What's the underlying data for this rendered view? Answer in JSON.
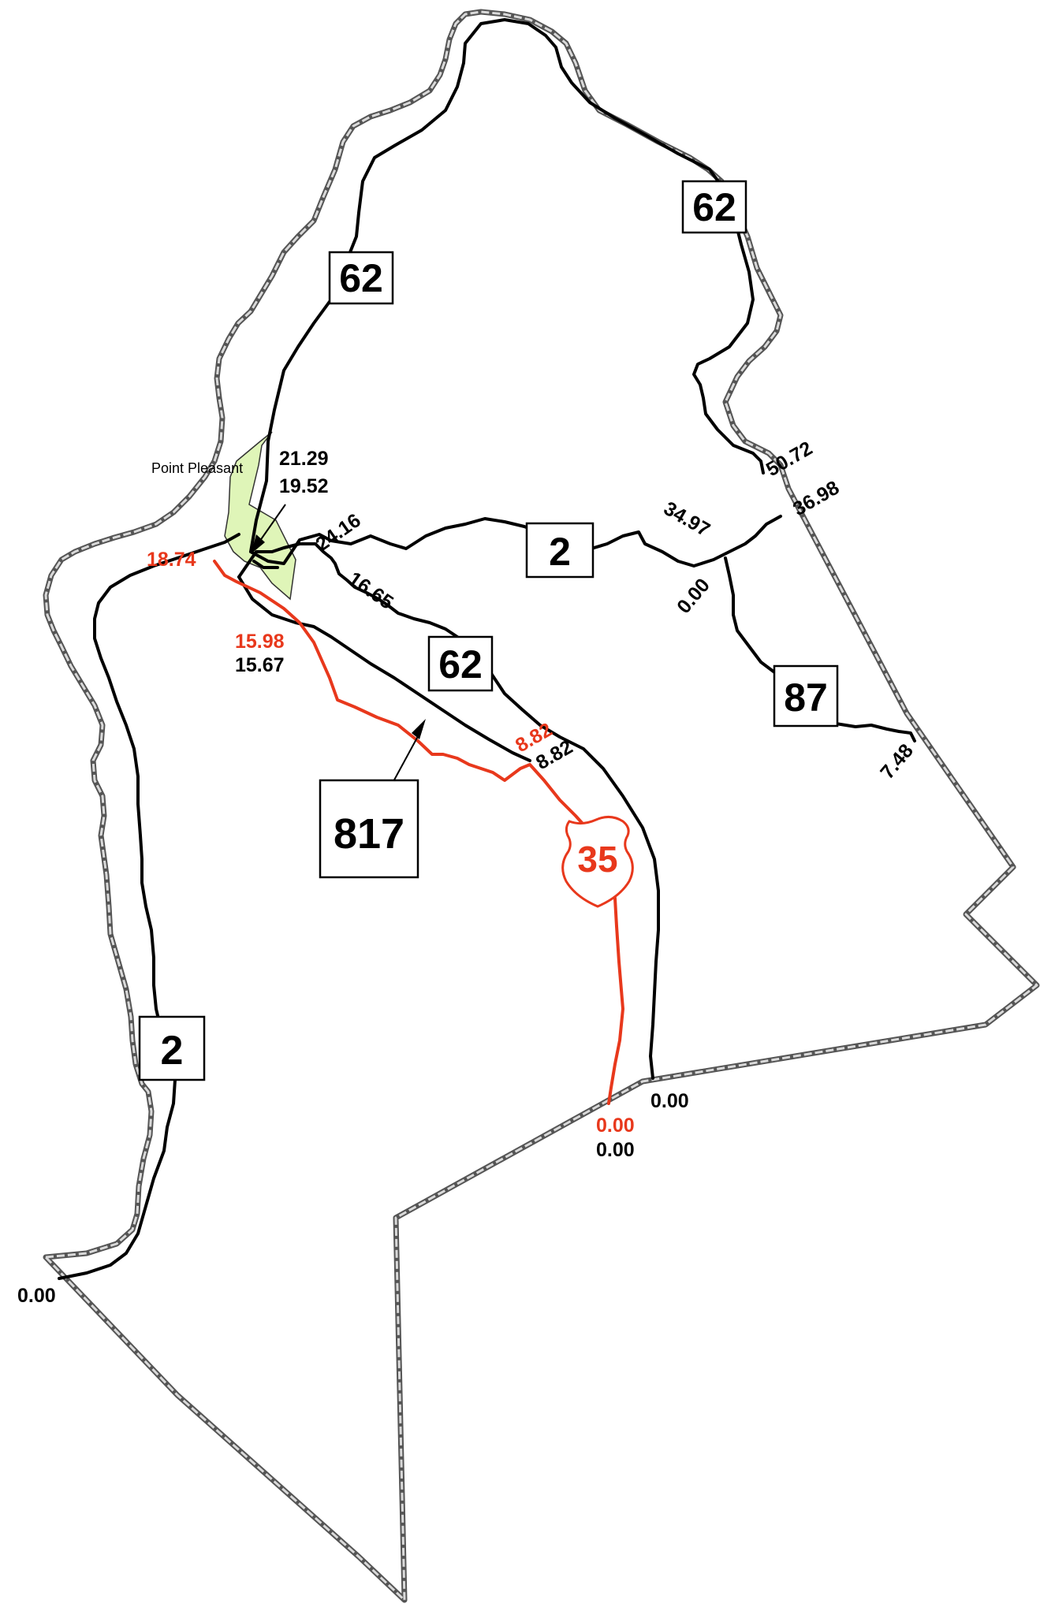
{
  "place_label": "Point Pleasant",
  "colors": {
    "road": "#000000",
    "us_route": "#e8381c",
    "town_fill": "#dff5b8",
    "boundary": "#555555"
  },
  "route_shields": [
    {
      "id": "r62-north-left",
      "number": "62",
      "style": "box"
    },
    {
      "id": "r62-north-right",
      "number": "62",
      "style": "box"
    },
    {
      "id": "r62-central",
      "number": "62",
      "style": "box"
    },
    {
      "id": "r2-central",
      "number": "2",
      "style": "box"
    },
    {
      "id": "r87",
      "number": "87",
      "style": "box"
    },
    {
      "id": "r817",
      "number": "817",
      "style": "box"
    },
    {
      "id": "r2-south",
      "number": "2",
      "style": "box"
    },
    {
      "id": "us35",
      "number": "35",
      "style": "us-shield"
    }
  ],
  "mileposts": {
    "mp_21_29": "21.29",
    "mp_19_52": "19.52",
    "mp_18_74": "18.74",
    "mp_24_16": "24.16",
    "mp_16_65": "16.65",
    "mp_15_98": "15.98",
    "mp_15_67": "15.67",
    "mp_8_82_red": "8.82",
    "mp_8_82_black": "8.82",
    "mp_34_97": "34.97",
    "mp_0_00_r87": "0.00",
    "mp_50_72": "50.72",
    "mp_36_98": "36.98",
    "mp_7_48": "7.48",
    "mp_0_00_r62_south": "0.00",
    "mp_0_00_us35_red": "0.00",
    "mp_0_00_us35_black": "0.00",
    "mp_0_00_r2_south": "0.00"
  }
}
